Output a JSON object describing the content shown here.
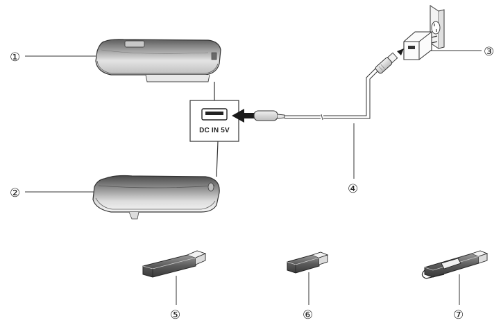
{
  "callouts": [
    {
      "id": 1,
      "glyph": "①",
      "part": "device-top"
    },
    {
      "id": 2,
      "glyph": "②",
      "part": "device-bottom"
    },
    {
      "id": 3,
      "glyph": "③",
      "part": "usb-wall-adapter"
    },
    {
      "id": 4,
      "glyph": "④",
      "part": "usb-cable"
    },
    {
      "id": 5,
      "glyph": "⑤",
      "part": "usb-dongle-flat"
    },
    {
      "id": 6,
      "glyph": "⑥",
      "part": "usb-dongle-short"
    },
    {
      "id": 7,
      "glyph": "⑦",
      "part": "usb-dongle-with-clip"
    }
  ],
  "port_panel": {
    "label": "DC IN 5V",
    "icon": "usb-port-icon"
  },
  "colors": {
    "line": "#3a3a3a",
    "device_fill": "#d9d9d9",
    "device_dark": "#8c8c8c",
    "arrow": "#1a1a1a"
  }
}
